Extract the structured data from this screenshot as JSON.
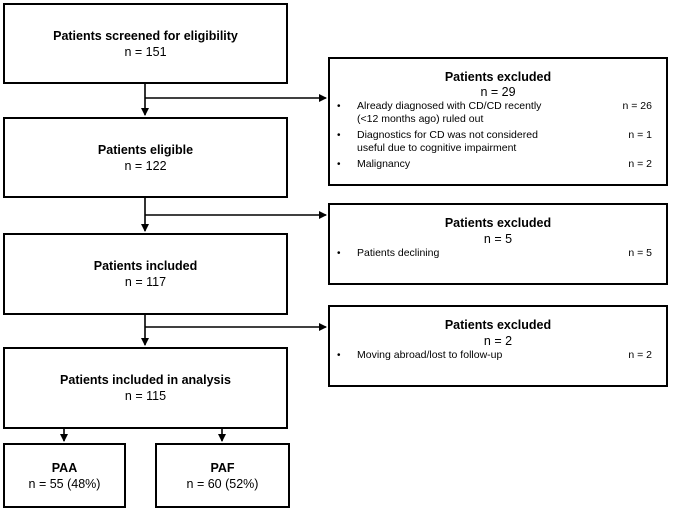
{
  "flowchart": {
    "screened": {
      "title": "Patients screened for eligibility",
      "count": "n = 151"
    },
    "eligible": {
      "title": "Patients eligible",
      "count": "n = 122"
    },
    "included": {
      "title": "Patients included",
      "count": "n = 117"
    },
    "analysis": {
      "title": "Patients included in analysis",
      "count": "n = 115"
    },
    "paa": {
      "title": "PAA",
      "count": "n = 55 (48%)"
    },
    "paf": {
      "title": "PAF",
      "count": "n = 60 (52%)"
    },
    "excluded_1": {
      "title": "Patients excluded",
      "count": "n = 29",
      "items": [
        {
          "bullet": "•",
          "text": "Already diagnosed with CD/CD recently (<12 months ago) ruled out",
          "n": "n = 26"
        },
        {
          "bullet": "•",
          "text": "Diagnostics for CD was not considered useful due to cognitive impairment",
          "n": "n = 1"
        },
        {
          "bullet": "•",
          "text": "Malignancy",
          "n": "n = 2"
        }
      ]
    },
    "excluded_2": {
      "title": "Patients excluded",
      "count": "n = 5",
      "items": [
        {
          "bullet": "•",
          "text": "Patients declining",
          "n": "n = 5"
        }
      ]
    },
    "excluded_3": {
      "title": "Patients excluded",
      "count": "n = 2",
      "items": [
        {
          "bullet": "•",
          "text": "Moving abroad/lost to follow-up",
          "n": "n = 2"
        }
      ]
    }
  }
}
